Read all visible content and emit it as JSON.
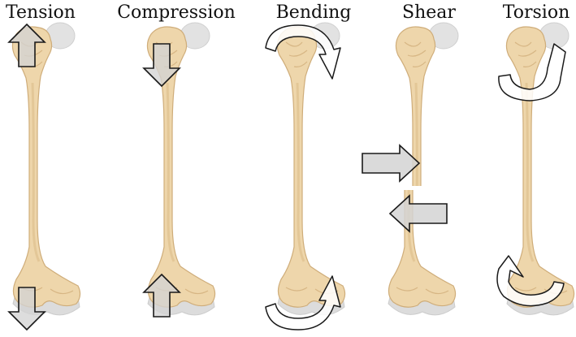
{
  "labels": {
    "tension": "Tension",
    "compression": "Compression",
    "bending": "Bending",
    "shear": "Shear",
    "torsion": "Torsion"
  },
  "colors": {
    "bone": "#ecd3a8",
    "bone_shadow": "#d6b684",
    "bone_outline": "#c9a774",
    "joint": "#dedede",
    "arrow_fill": "#d7d7d7",
    "arrow_stroke": "#1a1a1a",
    "curved_arrow_fill": "#ffffff"
  }
}
